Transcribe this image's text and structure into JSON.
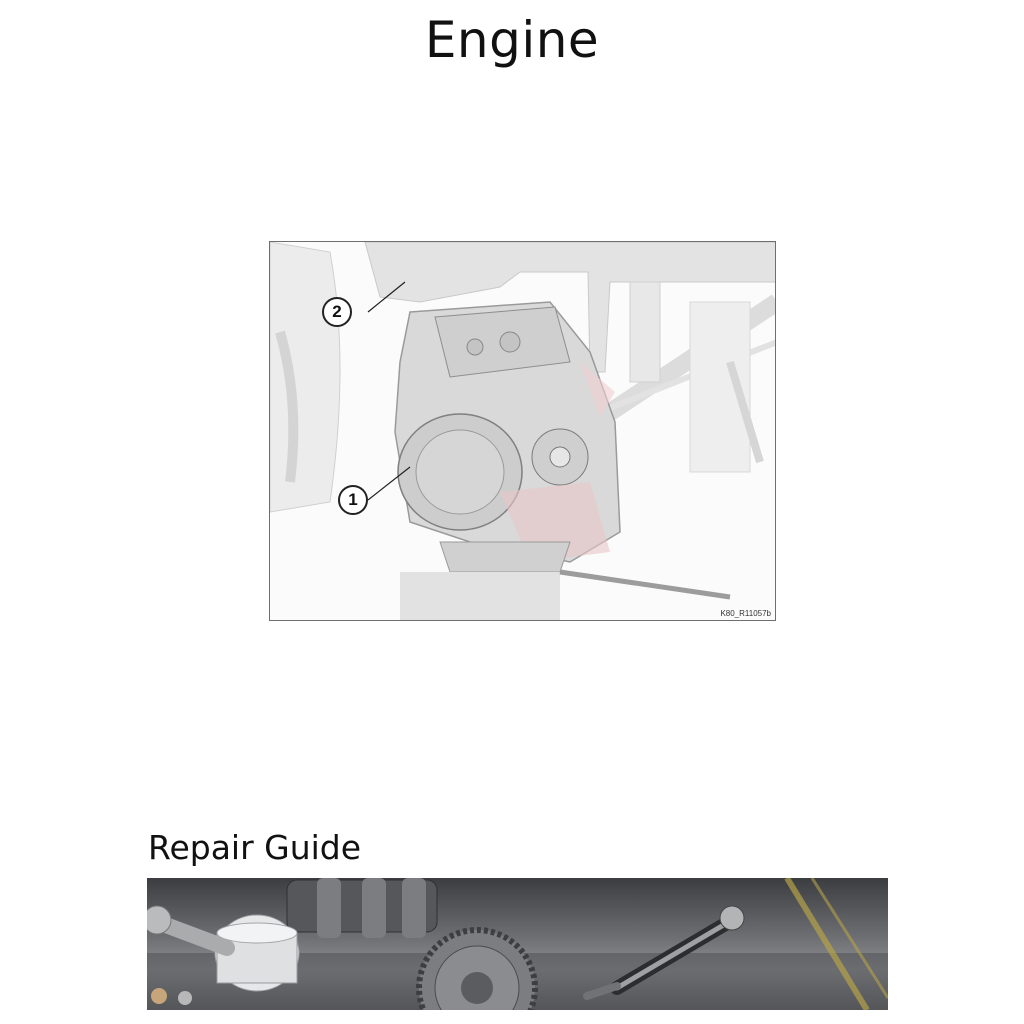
{
  "page": {
    "title": "Engine"
  },
  "figure": {
    "code": "K80_R11057b",
    "callouts": [
      "1",
      "2"
    ]
  },
  "section": {
    "heading": "Repair Guide"
  }
}
